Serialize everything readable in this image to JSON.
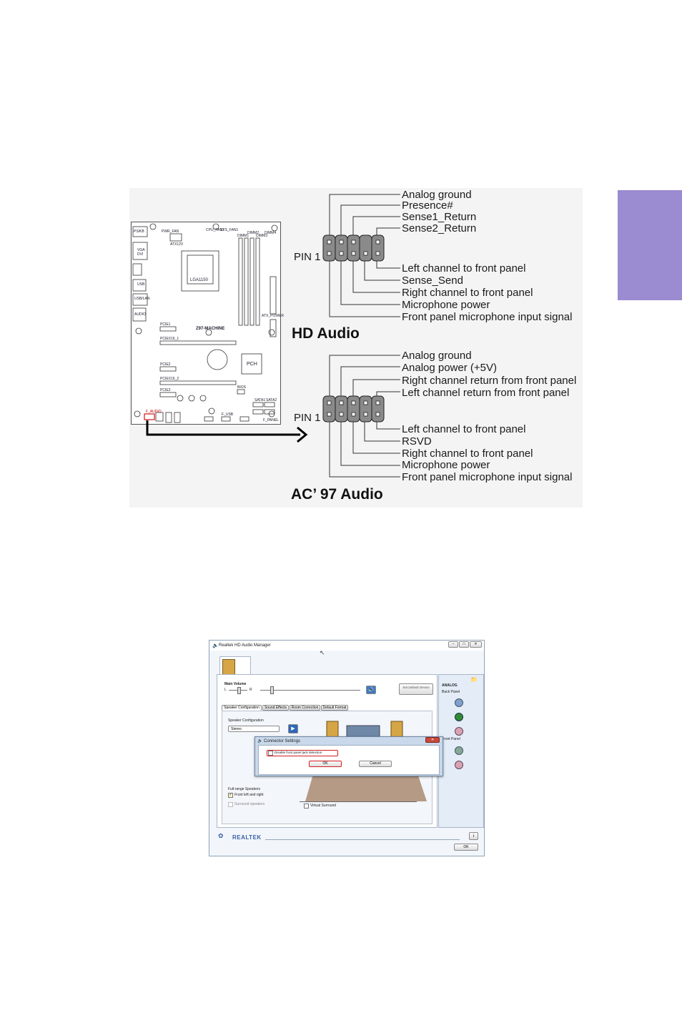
{
  "hd_audio": {
    "title": "HD Audio",
    "pin1": "PIN 1",
    "top_labels": [
      "Analog ground",
      "Presence#",
      "Sense1_Return",
      "Sense2_Return"
    ],
    "bottom_labels": [
      "Left channel to front panel",
      "Sense_Send",
      "Right channel to front panel",
      "Microphone power",
      "Front panel microphone input signal"
    ]
  },
  "ac97_audio": {
    "title": "AC’ 97 Audio",
    "pin1": "PIN 1",
    "top_labels": [
      "Analog ground",
      "Analog power (+5V)",
      "Right channel return from front panel",
      "Left channel return from front panel"
    ],
    "bottom_labels": [
      "Left channel to front panel",
      "RSVD",
      "Right channel to front panel",
      "Microphone power",
      "Front panel microphone input signal"
    ]
  },
  "motherboard": {
    "socket": "LGA1150",
    "board_name": "Z97-MACHINE",
    "pch": "PCH",
    "labels": [
      "PS/KB",
      "VGA",
      "DVI",
      "USB",
      "USB/LAN",
      "AUDIO",
      "PWR_FAN",
      "ATX12V",
      "CPU_FAN1",
      "SYS_FAN1",
      "DIMM1",
      "DIMM2",
      "DIMM3",
      "DIMM4",
      "ATX_POWER",
      "PCIE1",
      "PCIEX16_1",
      "PCIE2",
      "PCIEX16_2",
      "PCIE3",
      "F_AUDIO",
      "F_USB",
      "F_PANEL",
      "SATA1",
      "SATA2",
      "BIOS"
    ]
  },
  "realtek": {
    "window_title": "Realtek HD Audio Manager",
    "main_volume": "Main Volume",
    "left": "L",
    "right": "R",
    "set_default": "Set Default Device",
    "tabs": [
      "Speaker Configuration",
      "Sound Effects",
      "Room Correction",
      "Default Format"
    ],
    "speaker_config_label": "Speaker Configuration",
    "speaker_config_value": "Stereo",
    "analog": "ANALOG",
    "back_panel": "Back Panel",
    "front_panel": "Front Panel",
    "full_range": "Full-range Speakers",
    "front_lr": "Front left and right",
    "surround": "Surround speakers",
    "virtual_surround": "Virtual Surround",
    "brand": "REALTEK",
    "ok": "OK",
    "dialog": {
      "title": "Connector Settings",
      "checkbox": "Disable front panel jack detection",
      "ok": "OK",
      "cancel": "Cancel"
    }
  }
}
